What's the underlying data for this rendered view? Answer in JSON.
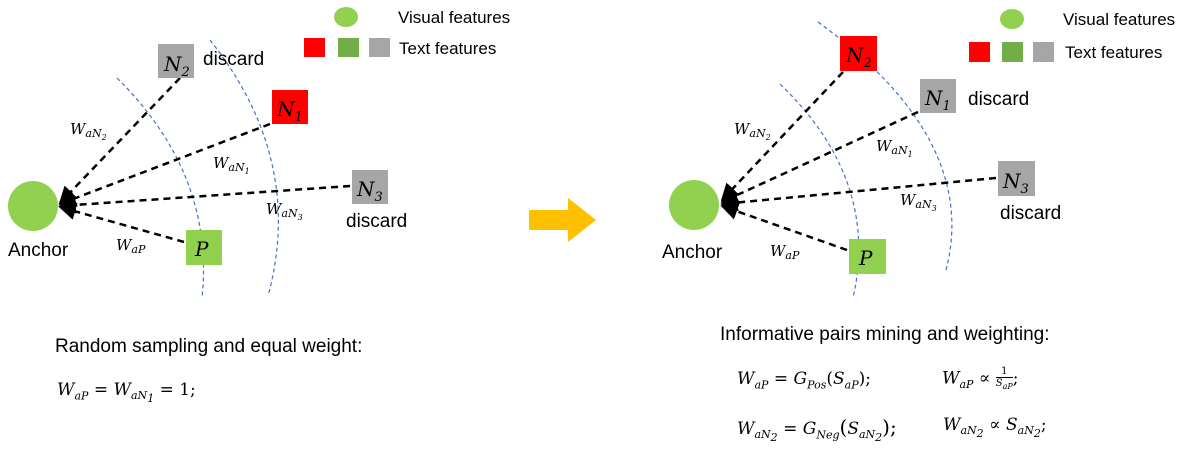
{
  "legend": {
    "visual_label": "Visual features",
    "text_label": "Text features"
  },
  "colors": {
    "visual_green": "#92d050",
    "text_red": "#ff0000",
    "text_green": "#70ad47",
    "text_gray": "#a6a6a6",
    "arc_blue": "#4472c4",
    "arrow_yellow": "#ffc000"
  },
  "left_panel": {
    "anchor_label": "Anchor",
    "nodes": {
      "n2": "N",
      "n2_sub": "2",
      "n1": "N",
      "n1_sub": "1",
      "n3": "N",
      "n3_sub": "3",
      "p": "P"
    },
    "discard_labels": [
      "discard",
      "discard"
    ],
    "caption": "Random sampling and equal weight:",
    "equation": {
      "w_ap": "W",
      "w_ap_sub": "aP",
      "eq1": " = ",
      "w_an1": "W",
      "w_an1_sub": "aN",
      "w_an1_subsub": "1",
      "eq2": " = 1;"
    }
  },
  "right_panel": {
    "anchor_label": "Anchor",
    "discard_labels": [
      "discard",
      "discard"
    ],
    "caption": "Informative pairs mining and weighting:",
    "eq1": {
      "lhs": "W",
      "lhs_sub": "aP",
      "eq": " = ",
      "g": "G",
      "g_sub": "Pos",
      "arg_open": "(",
      "s": "S",
      "s_sub": "aP",
      "arg_close": ");"
    },
    "eq1_prop": {
      "w": "W",
      "w_sub": "aP",
      "prop": " ∝ ",
      "num": "1",
      "den": "S",
      "den_sub": "aP",
      "end": ";"
    },
    "eq2": {
      "lhs": "W",
      "lhs_sub": "aN",
      "lhs_subsub": "2",
      "eq": " = ",
      "g": "G",
      "g_sub": "Neg",
      "arg_open": "(",
      "s": "S",
      "s_sub": "aN",
      "s_subsub": "2",
      "arg_close": ");"
    },
    "eq2_prop": {
      "w": "W",
      "w_sub": "aN",
      "w_subsub": "2",
      "prop": " ∝ ",
      "s": "S",
      "s_sub": "aN",
      "s_subsub": "2",
      "end": ";"
    }
  },
  "weights": {
    "w": "W",
    "a": "a",
    "n": "N",
    "p": "P",
    "sub1": "1",
    "sub2": "2",
    "sub3": "3"
  }
}
